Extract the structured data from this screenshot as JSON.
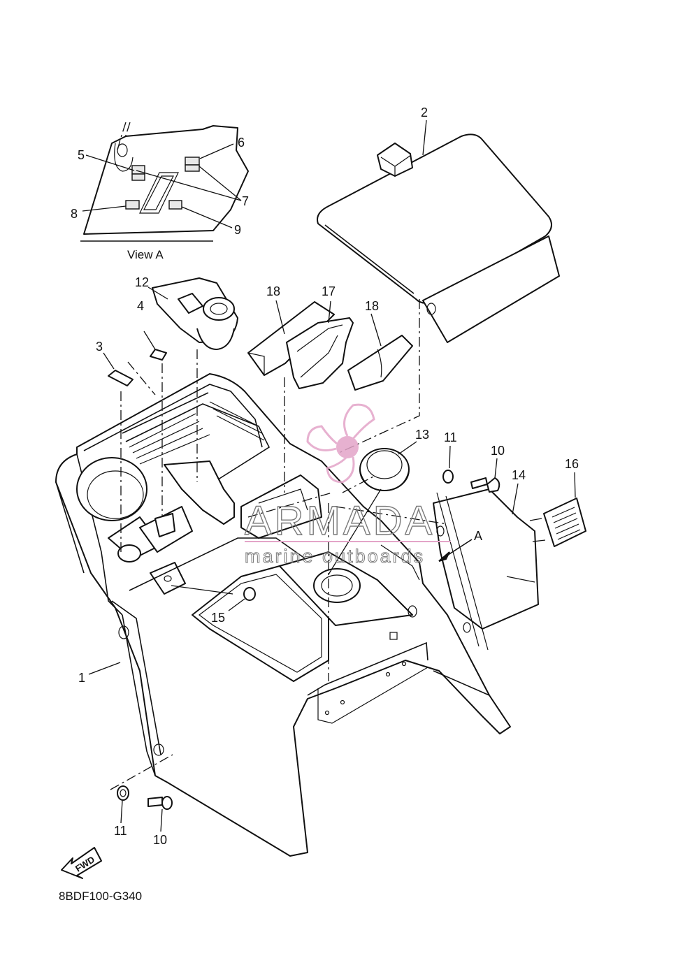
{
  "diagram": {
    "code": "8BDF100-G340",
    "view_caption": "View A",
    "view_marker": "A",
    "fwd_label": "FWD",
    "callouts": [
      "1",
      "2",
      "3",
      "4",
      "5",
      "6",
      "7",
      "8",
      "9",
      "10",
      "10",
      "11",
      "11",
      "12",
      "13",
      "14",
      "15",
      "16",
      "17",
      "18",
      "18"
    ]
  },
  "watermark": {
    "title": "ARMADA",
    "subtitle": "marine outboards",
    "color": "#e3a4c8"
  }
}
